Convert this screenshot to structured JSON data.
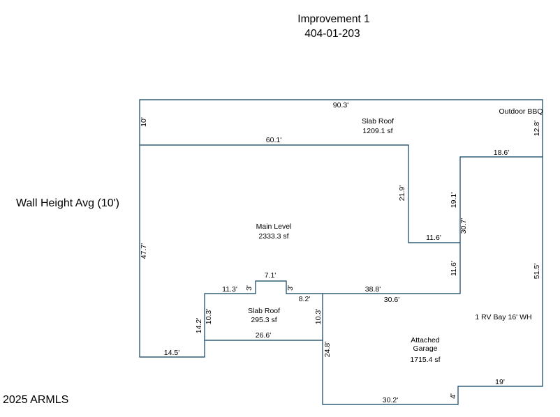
{
  "header": {
    "title": "Improvement 1",
    "parcel": "404-01-203"
  },
  "side_note": "Wall Height Avg (10')",
  "copyright": "2025 ARMLS",
  "areas": {
    "slab_roof_top": {
      "name": "Slab Roof",
      "area": "1209.1 sf"
    },
    "outdoor_bbq": {
      "name": "Outdoor BBQ"
    },
    "main_level": {
      "name": "Main Level",
      "area": "2333.3 sf"
    },
    "slab_roof_small": {
      "name": "Slab Roof",
      "area": "295.3 sf"
    },
    "garage": {
      "name_line1": "Attached",
      "name_line2": "Garage",
      "area": "1715.4 sf"
    },
    "rv_bay": {
      "name": "1 RV Bay 16' WH"
    }
  },
  "dimensions": {
    "top_90_3": "90.3'",
    "left_10": "10'",
    "right_12_8": "12.8'",
    "mid_60_1": "60.1'",
    "right_18_6": "18.6'",
    "v_21_9": "21.9'",
    "v_19_1": "19.1'",
    "v_30_7": "30.7'",
    "h_11_6": "11.6'",
    "v_11_6": "11.6'",
    "left_47_7": "47.7'",
    "right_51_5": "51.5'",
    "bump_7_1": "7.1'",
    "bump_3_left": "3'",
    "bump_3_right": "3'",
    "h_11_3": "11.3'",
    "h_38_8": "38.8'",
    "h_8_2": "8.2'",
    "h_30_6": "30.6'",
    "v_10_3_left": "10.3'",
    "v_10_3_right": "10.3'",
    "v_14_2": "14.2'",
    "h_26_6": "26.6'",
    "h_14_5": "14.5'",
    "v_24_8": "24.8'",
    "h_19": "19'",
    "v_4": "4'",
    "h_30_2": "30.2'"
  }
}
